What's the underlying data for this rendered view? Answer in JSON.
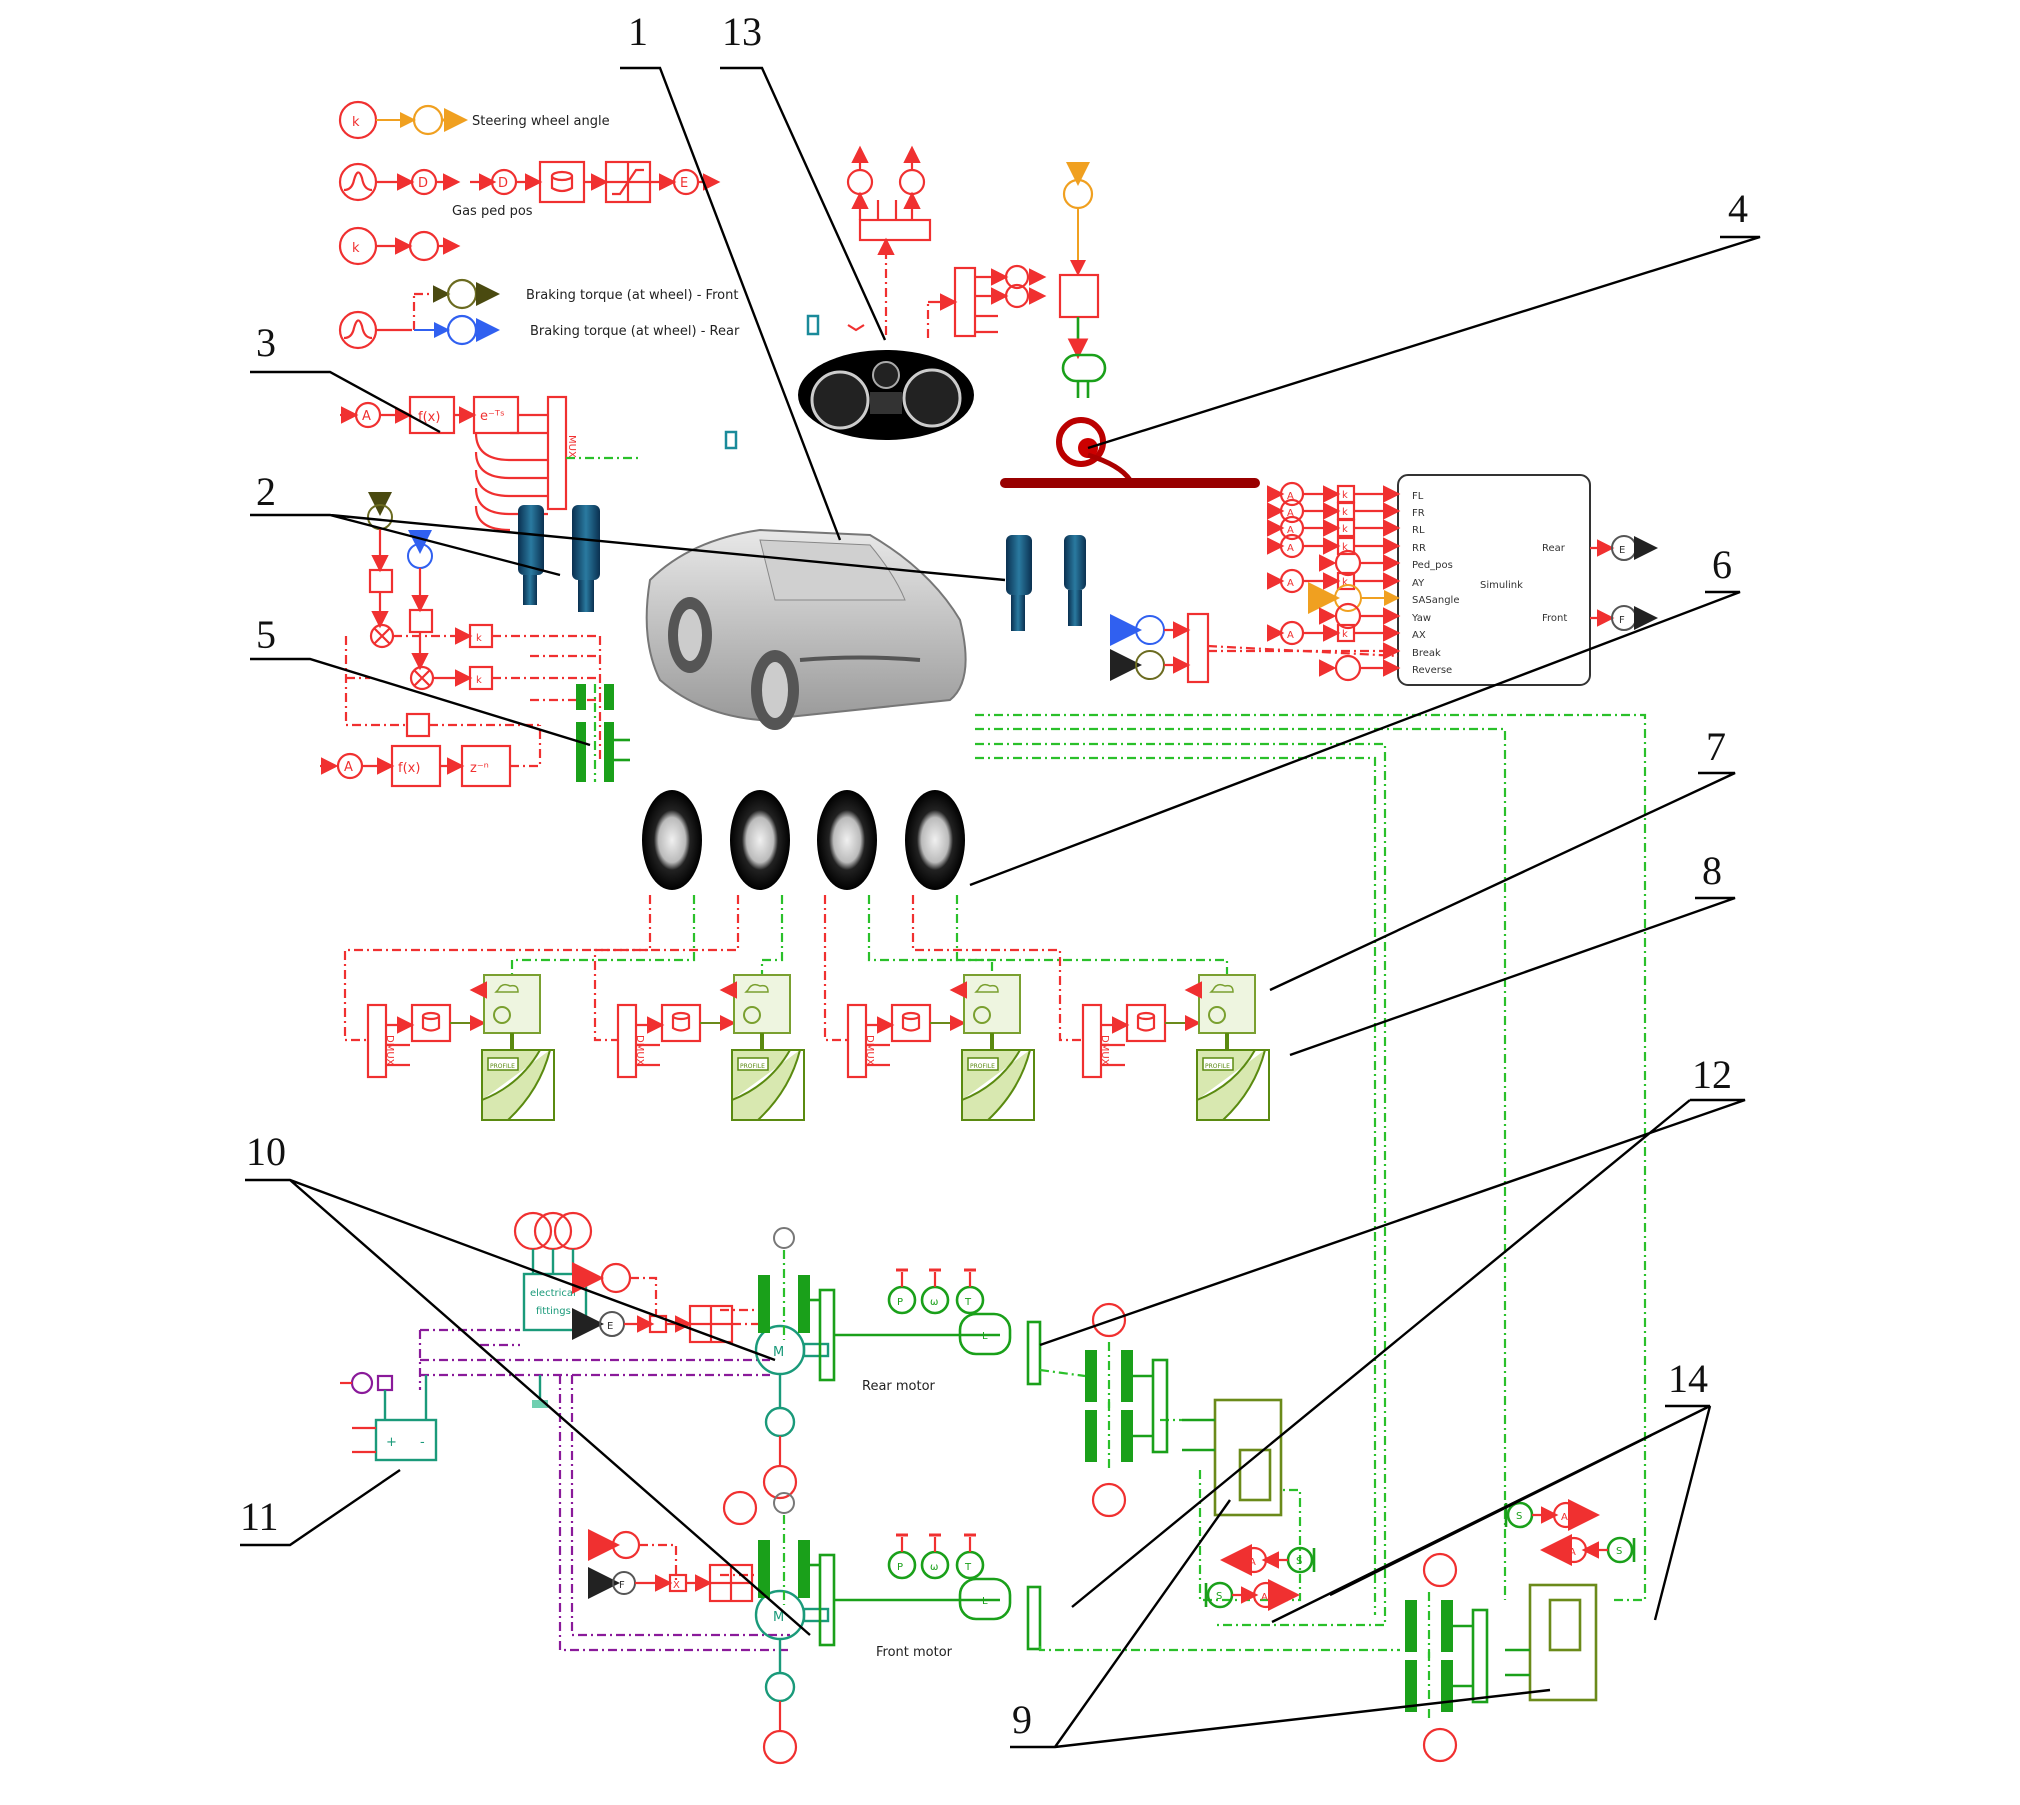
{
  "diagram": {
    "title": "Electric vehicle simulation model",
    "callouts": [
      "1",
      "2",
      "3",
      "4",
      "5",
      "6",
      "7",
      "8",
      "9",
      "10",
      "11",
      "12",
      "13",
      "14"
    ],
    "input_labels": {
      "steering": "Steering wheel angle",
      "gas": "Gas ped pos",
      "brake_front": "Braking torque (at wheel) - Front",
      "brake_rear": "Braking torque (at wheel) - Rear"
    },
    "block_glyphs": {
      "k": "k",
      "d": "D",
      "e": "E",
      "f": "F",
      "a": "A",
      "fx": "f(x)",
      "delay": "e⁻ᵀˢ",
      "zn": "z⁻ⁿ",
      "mux": "MUX",
      "dmux": "DMUX",
      "m": "M",
      "p": "P",
      "omega": "ω",
      "t": "T",
      "l": "L",
      "s": "S",
      "x": "X"
    },
    "simulink": {
      "name": "Simulink",
      "inputs": [
        "FL",
        "FR",
        "RL",
        "RR",
        "Ped_pos",
        "AY",
        "SASangle",
        "Yaw",
        "AX",
        "Break",
        "Reverse"
      ],
      "outputs": [
        "Rear",
        "Front"
      ]
    },
    "electrical": {
      "fittings_label_1": "electrical",
      "fittings_label_2": "fittings",
      "battery_plus": "+",
      "battery_minus": "-"
    },
    "motors": {
      "rear": "Rear motor",
      "front": "Front motor"
    },
    "road_sign": "PROFILE",
    "colors": {
      "signal": "#f03030",
      "mechanical": "#1aa01a",
      "gearbox": "#6b8a1a",
      "electrical": "#1a9a7a",
      "bus": "#8a1a9a",
      "steering": "#f0a020",
      "front_brake": "#6b6b20",
      "rear_brake": "#3060f0"
    }
  }
}
